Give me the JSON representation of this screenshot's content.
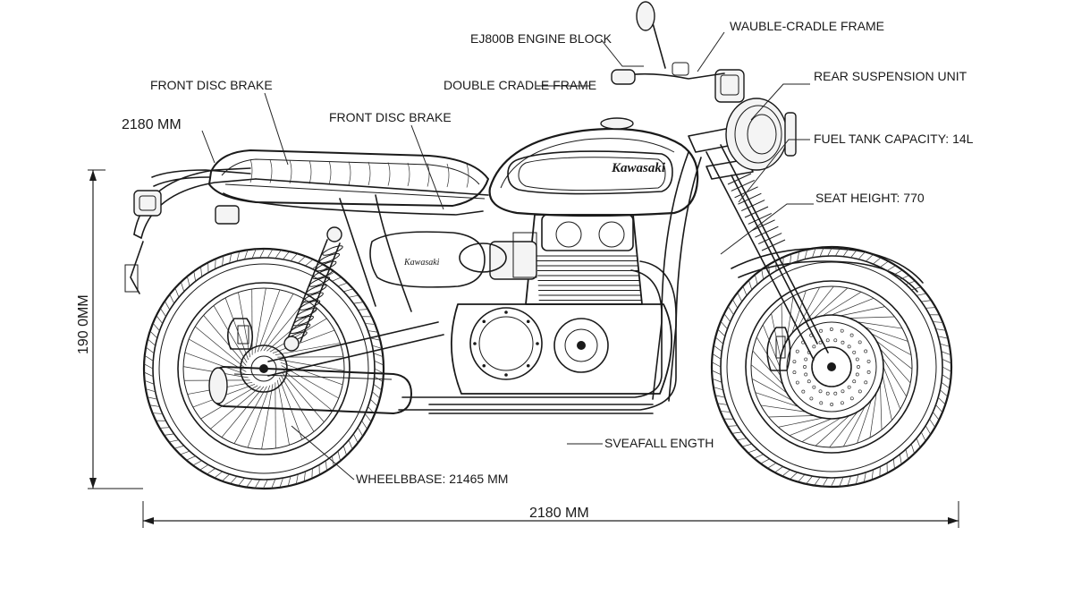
{
  "labels": {
    "engine_block": "EJ800B ENGINE BLOCK",
    "wauble_cradle_frame": "WAUBLE-CRADLE FRAME",
    "front_disc_brake_left": "FRONT DISC BRAKE",
    "double_cradle_frame": "DOUBLE CRADLE FRAME",
    "rear_suspension_unit": "REAR SUSPENSION UNIT",
    "dim_2180_top_left": "2180 MM",
    "front_disc_brake_center": "FRONT DISC BRAKE",
    "fuel_tank_capacity": "FUEL TANK CAPACITY: 14L",
    "seat_height": "SEAT HEIGHT: 770",
    "height_dimension": "190 0MM",
    "overall_length_label": "SVEAFALL ENGTH",
    "wheelbase": "WHEELBBASE: 21465 MM",
    "length_dimension": "2180 MM"
  },
  "tank_logo": "Kawasaki",
  "side_cover_logo": "Kawasaki",
  "icons": {
    "arrowheads": "dimension-arrow-icon"
  }
}
